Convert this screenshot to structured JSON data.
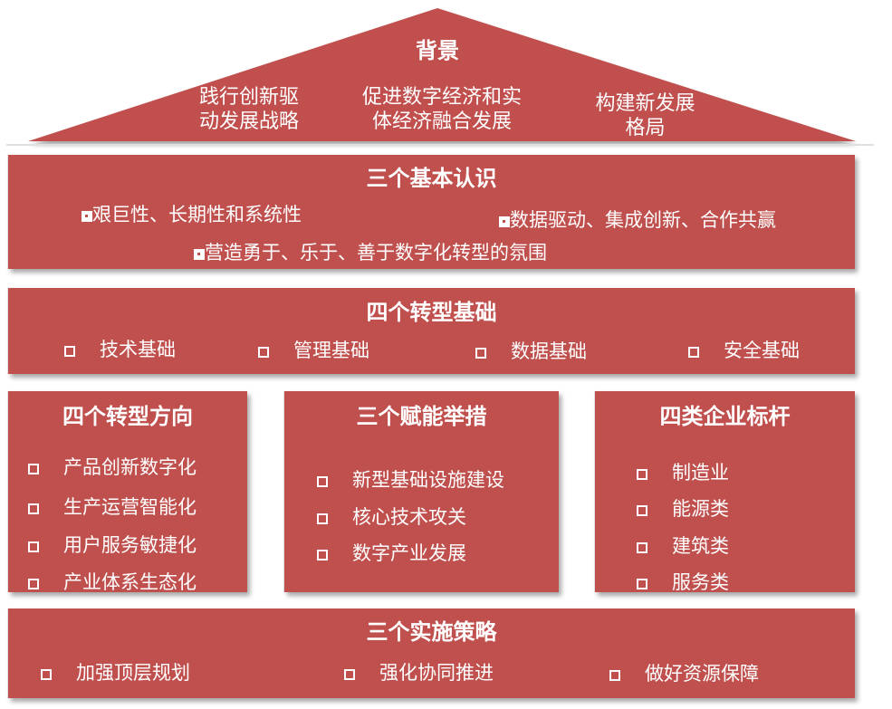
{
  "colors": {
    "box_fill": "#c0504d",
    "text": "#ffffff",
    "shadow": "#999999"
  },
  "background": {
    "title": "背景",
    "items": [
      [
        "践行创新驱",
        "动发展战略"
      ],
      [
        "促进数字经济和实",
        "体经济融合发展"
      ],
      [
        "构建新发展",
        "格局"
      ]
    ]
  },
  "basic_understanding": {
    "title": "三个基本认识",
    "items": [
      "艰巨性、长期性和系统性",
      "数据驱动、集成创新、合作共赢",
      "营造勇于、乐于、善于数字化转型的氛围"
    ]
  },
  "transformation_foundation": {
    "title": "四个转型基础",
    "items": [
      "技术基础",
      "管理基础",
      "数据基础",
      "安全基础"
    ]
  },
  "transformation_direction": {
    "title": "四个转型方向",
    "items": [
      "产品创新数字化",
      "生产运营智能化",
      "用户服务敏捷化",
      "产业体系生态化"
    ]
  },
  "empowerment_measures": {
    "title": "三个赋能举措",
    "items": [
      "新型基础设施建设",
      "核心技术攻关",
      "数字产业发展"
    ]
  },
  "enterprise_benchmarks": {
    "title": "四类企业标杆",
    "items": [
      "制造业",
      "能源类",
      "建筑类",
      "服务类"
    ]
  },
  "implementation_strategy": {
    "title": "三个实施策略",
    "items": [
      "加强顶层规划",
      "强化协同推进",
      "做好资源保障"
    ]
  }
}
